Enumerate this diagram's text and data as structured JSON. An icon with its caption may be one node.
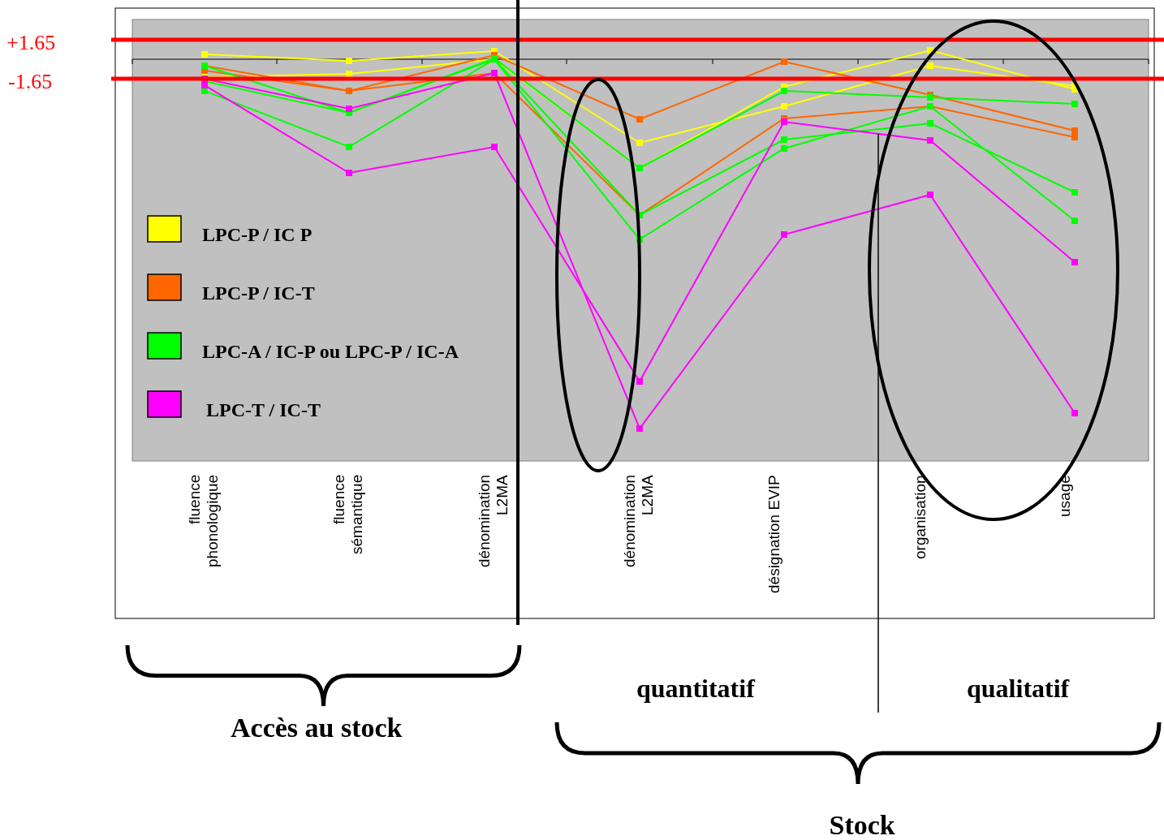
{
  "diagram": {
    "labels": [
      "+1.65",
      "-1.65",
      "fluence phonologique",
      "fluence sémantique",
      "dénomination L2MA",
      "dénomination L2MA",
      "désignation EVIP",
      "organisation",
      "usage",
      "quantitatif",
      "qualitatif",
      "Accès au stock",
      "Stock"
    ],
    "legend": [
      {
        "text": "LPC-P / IC P",
        "color": "#ffff00"
      },
      {
        "text": "LPC-P / IC-T",
        "color": "#ff6600"
      },
      {
        "text": "LPC-A / IC-P  ou LPC-P / IC-A",
        "color": "#00ff00"
      },
      {
        "text": "LPC-T / IC-T",
        "color": "#ff00ff"
      }
    ]
  }
}
